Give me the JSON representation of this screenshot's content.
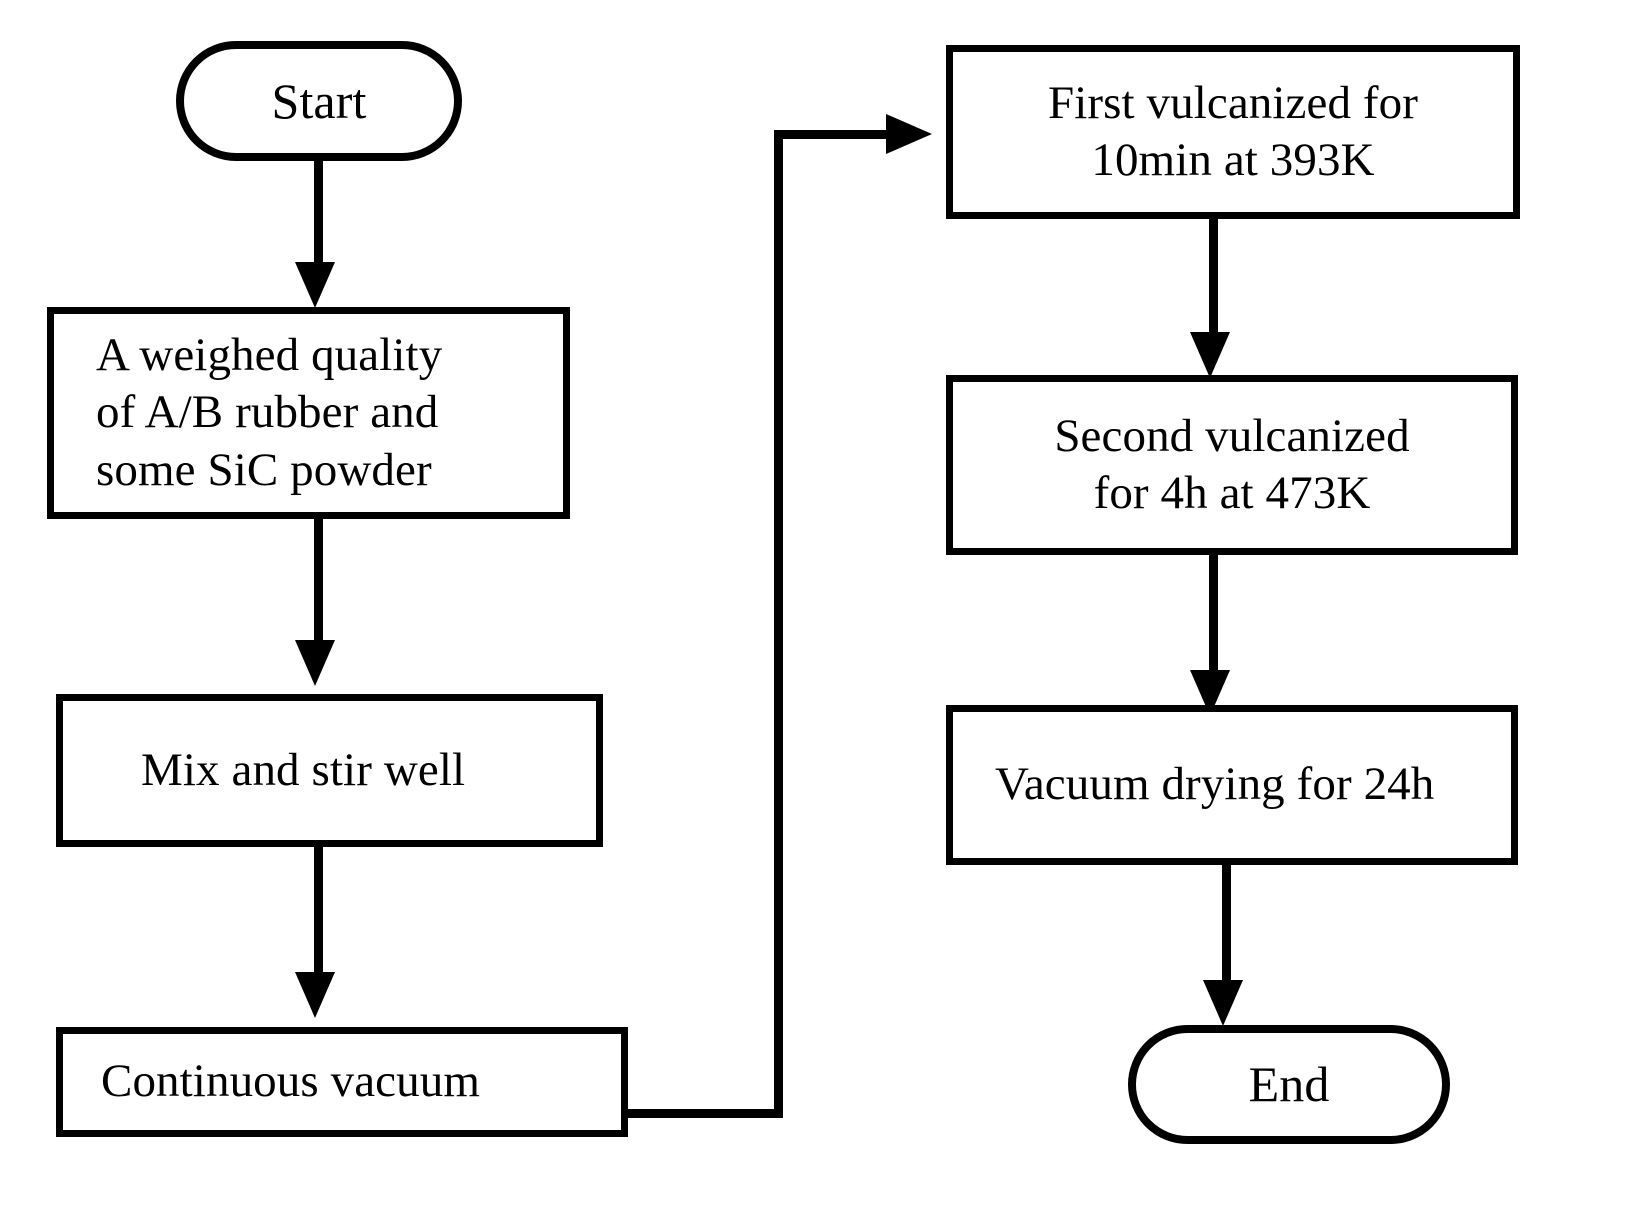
{
  "diagram": {
    "type": "flowchart",
    "title": "Sample preparation process flowchart",
    "orientation": "two-column, left column flows down then jumps to right column",
    "style": {
      "background": "#ffffff",
      "stroke": "#000000",
      "text": "#000000",
      "node_fill": "#ffffff"
    },
    "nodes": [
      {
        "id": "start",
        "shape": "terminator",
        "label": "Start",
        "column": "left",
        "order": 1
      },
      {
        "id": "materials",
        "shape": "process",
        "label": "A weighed quality\nof A/B rubber and\nsome SiC powder",
        "column": "left",
        "order": 2
      },
      {
        "id": "mix",
        "shape": "process",
        "label": "Mix and stir well",
        "column": "left",
        "order": 3
      },
      {
        "id": "vacuum",
        "shape": "process",
        "label": "Continuous vacuum",
        "column": "left",
        "order": 4
      },
      {
        "id": "first",
        "shape": "process",
        "label": "First vulcanized for\n10min at 393K",
        "column": "right",
        "order": 5
      },
      {
        "id": "second",
        "shape": "process",
        "label": "Second vulcanized\nfor 4h at 473K",
        "column": "right",
        "order": 6
      },
      {
        "id": "drying",
        "shape": "process",
        "label": "Vacuum drying for 24h",
        "column": "right",
        "order": 7
      },
      {
        "id": "end",
        "shape": "terminator",
        "label": "End",
        "column": "right",
        "order": 8
      }
    ],
    "edges": [
      {
        "from": "start",
        "to": "materials",
        "style": "straight-down",
        "arrow": "down"
      },
      {
        "from": "materials",
        "to": "mix",
        "style": "straight-down",
        "arrow": "down"
      },
      {
        "from": "mix",
        "to": "vacuum",
        "style": "straight-down",
        "arrow": "down"
      },
      {
        "from": "vacuum",
        "to": "first",
        "style": "elbow-right-up-right",
        "arrow": "right"
      },
      {
        "from": "first",
        "to": "second",
        "style": "straight-down",
        "arrow": "down"
      },
      {
        "from": "second",
        "to": "drying",
        "style": "straight-down",
        "arrow": "down"
      },
      {
        "from": "drying",
        "to": "end",
        "style": "straight-down",
        "arrow": "down"
      }
    ]
  }
}
